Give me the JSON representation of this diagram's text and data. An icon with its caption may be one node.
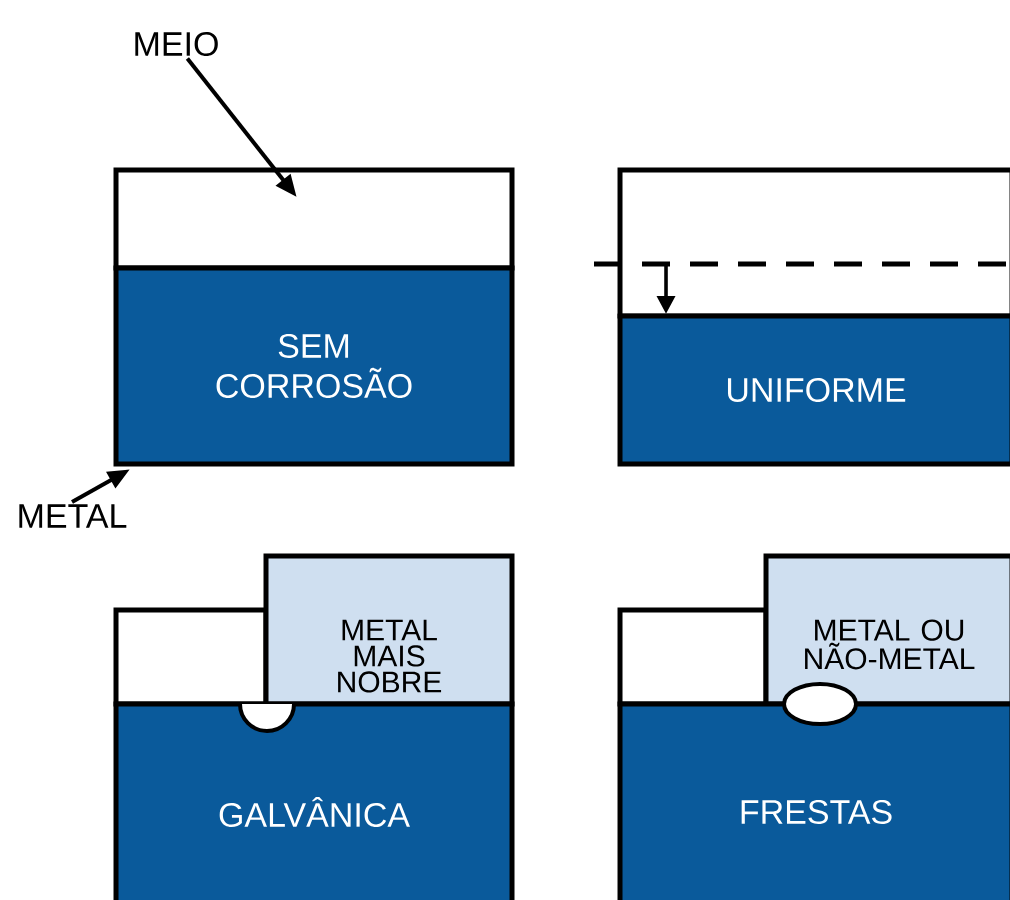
{
  "diagram": {
    "nodes": [
      {
        "text": [
          "MEIO"
        ]
      },
      {
        "text": [],
        "shape": "box"
      },
      {
        "text": [
          "SEM CORROSÃO"
        ]
      },
      {
        "text": [],
        "shape": "box"
      },
      {
        "text": [
          "UNIFORME"
        ]
      },
      {
        "text": [
          "METAL"
        ]
      },
      {
        "text": [],
        "shape": "box"
      },
      {
        "text": [
          "METAL MAIS NOBRE"
        ]
      },
      {
        "text": [
          "GALVÂNICA"
        ]
      },
      {
        "text": [],
        "shape": "box"
      },
      {
        "text": [
          "METAL OU NÃO-METAL"
        ]
      },
      {
        "text": [
          "FRESTAS"
        ]
      }
    ],
    "edges": [
      {
        "from": 0,
        "to": 1,
        "arrow": "to"
      },
      {
        "from": 5,
        "to": 2,
        "arrow": "to"
      }
    ]
  }
}
